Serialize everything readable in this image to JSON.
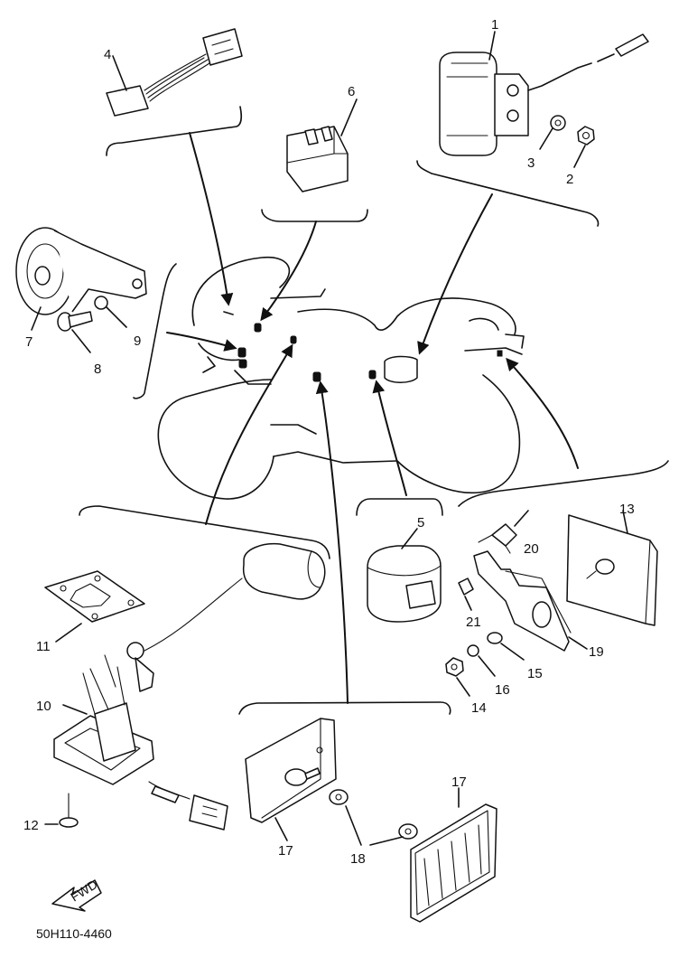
{
  "callouts": {
    "c1": "1",
    "c2": "2",
    "c3": "3",
    "c4": "4",
    "c5": "5",
    "c6": "6",
    "c7": "7",
    "c8": "8",
    "c9": "9",
    "c10": "10",
    "c11": "11",
    "c12": "12",
    "c13": "13",
    "c14": "14",
    "c15": "15",
    "c16": "16",
    "c17a": "17",
    "c17b": "17",
    "c18": "18",
    "c19": "19",
    "c20": "20",
    "c21": "21"
  },
  "fwd_label": "FWD",
  "drawing_code": "50H110-4460"
}
